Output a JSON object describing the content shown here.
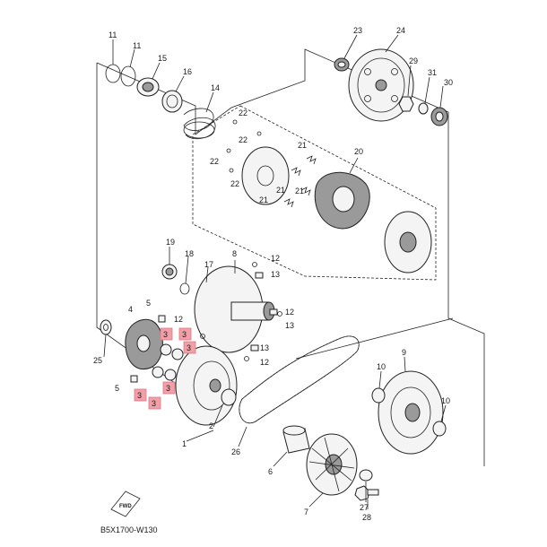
{
  "diagram": {
    "code": "B5X1700-W130",
    "fwd_label": "FWD",
    "part_numbers": {
      "p11a": "11",
      "p11b": "11",
      "p15": "15",
      "p16": "16",
      "p14": "14",
      "p23": "23",
      "p24": "24",
      "p29": "29",
      "p31": "31",
      "p30": "30",
      "p22a": "22",
      "p22b": "22",
      "p22c": "22",
      "p22d": "22",
      "p21a": "21",
      "p21b": "21",
      "p21c": "21",
      "p21d": "21",
      "p20": "20",
      "p19": "19",
      "p18": "18",
      "p17": "17",
      "p8": "8",
      "p12a": "12",
      "p13a": "13",
      "p12b": "12",
      "p13b": "13",
      "p12c": "12",
      "p13c": "13",
      "p12d": "12",
      "p5a": "5",
      "p4": "4",
      "p25": "25",
      "p5b": "5",
      "p3a": "3",
      "p3b": "3",
      "p3c": "3",
      "p3d": "3",
      "p3e": "3",
      "p3f": "3",
      "p2": "2",
      "p1": "1",
      "p9": "9",
      "p10a": "10",
      "p10b": "10",
      "p26": "26",
      "p6": "6",
      "p7": "7",
      "p27": "27",
      "p28": "28"
    }
  }
}
